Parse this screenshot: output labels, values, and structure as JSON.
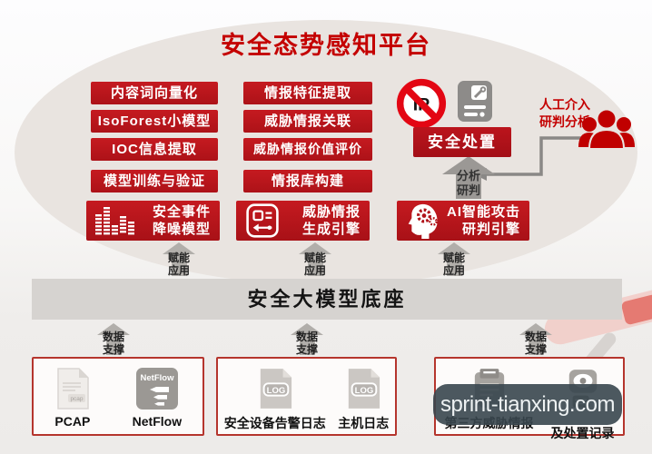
{
  "title": "安全态势感知平台",
  "modules": {
    "left": [
      "内容词向量化",
      "IsoForest小模型",
      "IOC信息提取",
      "模型训练与验证"
    ],
    "middle": [
      "情报特征提取",
      "威胁情报关联",
      "威胁情报价值评价",
      "情报库构建"
    ]
  },
  "disposal": {
    "prohibit_text": "IP",
    "label": "安全处置",
    "analysis": {
      "line1": "分析",
      "line2": "研判"
    },
    "manual": {
      "line1": "人工介入",
      "line2": "研判分析"
    }
  },
  "engines": [
    {
      "line1": "安全事件",
      "line2": "降噪模型"
    },
    {
      "line1": "威胁情报",
      "line2": "生成引擎"
    },
    {
      "line1": "AI智能攻击",
      "line2": "研判引擎"
    }
  ],
  "empower_label": {
    "line1": "赋能",
    "line2": "应用"
  },
  "base_bar": "安全大模型底座",
  "support_label": {
    "line1": "数据",
    "line2": "支撑"
  },
  "sources": {
    "network": {
      "items": [
        {
          "icon_text": "pcap",
          "label": "PCAP"
        },
        {
          "icon_text": "NetFlow",
          "label": "NetFlow"
        }
      ]
    },
    "logs": {
      "items": [
        {
          "icon_text": "LOG",
          "label": "安全设备告警日志"
        },
        {
          "icon_text": "LOG",
          "label": "主机日志"
        }
      ]
    },
    "intel": {
      "items": [
        {
          "label": "第三方威胁情报"
        },
        {
          "label": "及处置记录"
        }
      ]
    }
  },
  "watermark": "sprint-tianxing.com",
  "colors": {
    "accent_red": "#be161e",
    "title_red": "#c40000",
    "disposal_red": "#b3131b",
    "arrow_gray": "#aca9a5",
    "bar_gray": "#d6d3d0",
    "ellipse_bg": "#e9e4e0",
    "watermark_bg": "#38464e"
  }
}
